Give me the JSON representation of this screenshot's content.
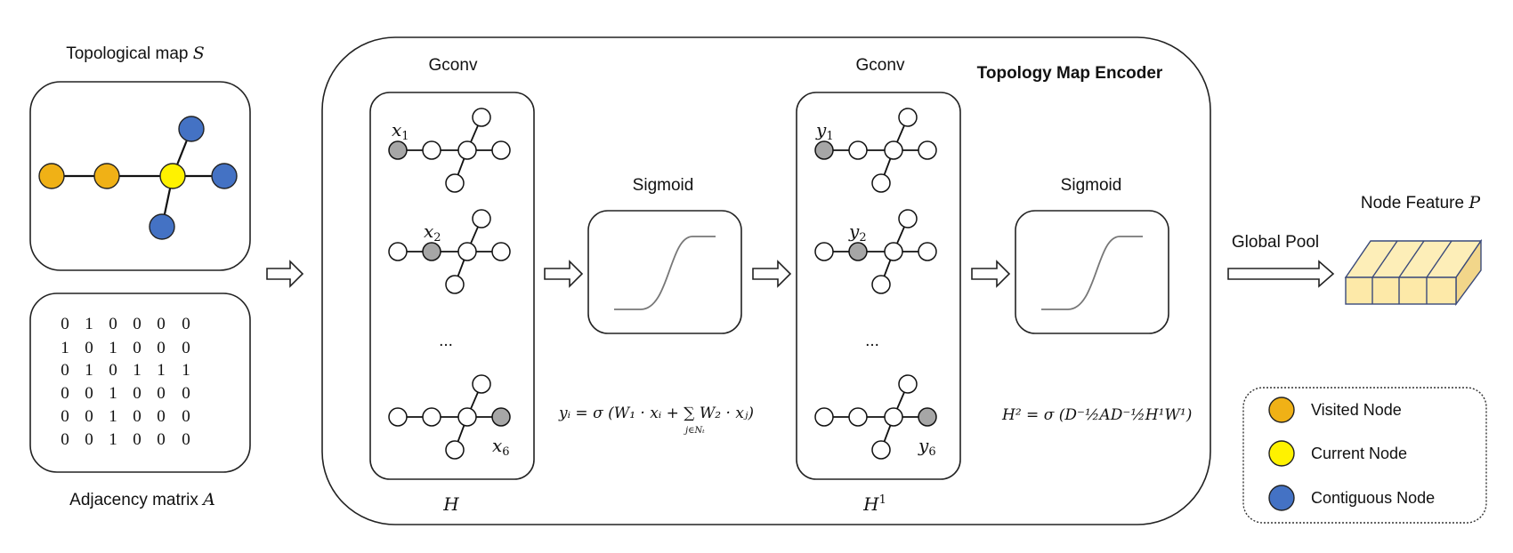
{
  "colors": {
    "visited": "#f0b116",
    "current": "#fff200",
    "contiguous": "#4472c4",
    "highlight": "#a6a6a6",
    "feature_fill": "#fde9a8"
  },
  "left": {
    "topo_title": "Topological map ",
    "topo_symbol": "S",
    "adj_title": "Adjacency matrix ",
    "adj_symbol": "A",
    "matrix": [
      [
        "0",
        "1",
        "0",
        "0",
        "0",
        "0"
      ],
      [
        "1",
        "0",
        "1",
        "0",
        "0",
        "0"
      ],
      [
        "0",
        "1",
        "0",
        "1",
        "1",
        "1"
      ],
      [
        "0",
        "0",
        "1",
        "0",
        "0",
        "0"
      ],
      [
        "0",
        "0",
        "1",
        "0",
        "0",
        "0"
      ],
      [
        "0",
        "0",
        "1",
        "0",
        "0",
        "0"
      ]
    ]
  },
  "encoder": {
    "title": "Topology Map Encoder",
    "gconv1_label": "Gconv",
    "gconv2_label": "Gconv",
    "sigmoid1_label": "Sigmoid",
    "sigmoid2_label": "Sigmoid",
    "ellipsis": "...",
    "h_label": "H",
    "h1_label": "H",
    "h1_sup": "1",
    "x_labels": [
      "x",
      "x",
      "x"
    ],
    "x_subs": [
      "1",
      "2",
      "6"
    ],
    "y_labels": [
      "y",
      "y",
      "y"
    ],
    "y_subs": [
      "1",
      "2",
      "6"
    ],
    "formula1": "yᵢ = σ (W₁ · xᵢ + ∑ W₂ · xⱼ)",
    "formula1_sub": "j∈Nₜ",
    "formula2": "H² = σ (D⁻½AD⁻½H¹W¹)"
  },
  "right": {
    "global_pool": "Global Pool",
    "feature_title": "Node Feature ",
    "feature_symbol": "P"
  },
  "legend": [
    {
      "label": "Visited Node",
      "color": "#f0b116"
    },
    {
      "label": "Current Node",
      "color": "#fff200"
    },
    {
      "label": "Contiguous Node",
      "color": "#4472c4"
    }
  ]
}
